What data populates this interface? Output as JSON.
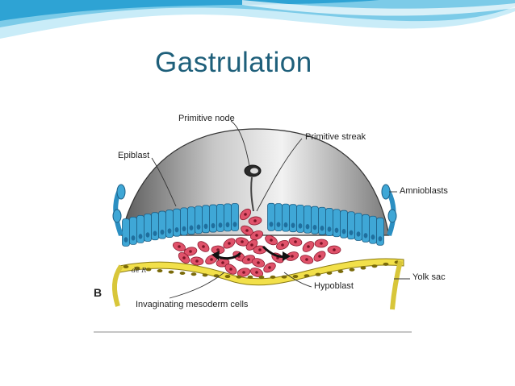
{
  "slide": {
    "title": "Gastrulation",
    "accent_color": "#1e5f7a",
    "header_wave_colors": [
      "#bfe6f5",
      "#5fbde0",
      "#2b9fd0"
    ]
  },
  "diagram": {
    "panel_letter": "B",
    "signature": "de R",
    "labels": {
      "primitive_node": "Primitive node",
      "primitive_streak": "Primitive streak",
      "epiblast": "Epiblast",
      "amnioblasts": "Amnioblasts",
      "yolk_sac": "Yolk sac",
      "hypoblast": "Hypoblast",
      "invaginating_mesoderm": "Invaginating mesoderm cells"
    },
    "colors": {
      "epiblast": "#3fa7d6",
      "hypoblast": "#f2e04a",
      "mesoderm": "#e0526a",
      "amnion": "#8e8e8e"
    }
  }
}
